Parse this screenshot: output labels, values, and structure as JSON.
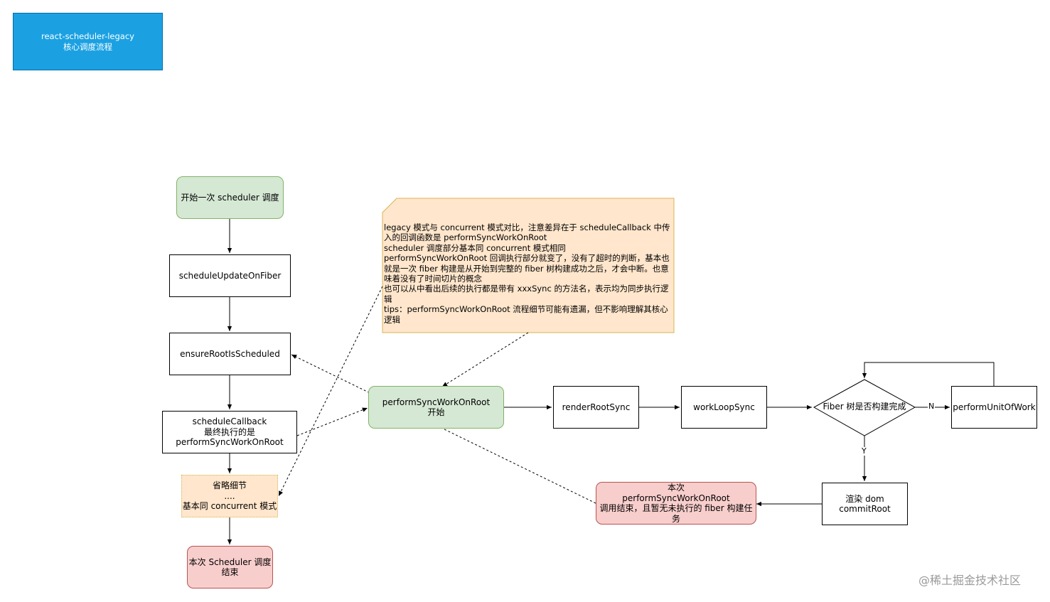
{
  "title": {
    "line1": "react-scheduler-legacy",
    "line2": "核心调度流程"
  },
  "nodes": {
    "start": "开始一次 scheduler 调度",
    "schedule_update": "scheduleUpdateOnFiber",
    "ensure_root": "ensureRootIsScheduled",
    "schedule_callback": {
      "line1": "scheduleCallback",
      "line2": "最终执行的是",
      "line3": "performSyncWorkOnRoot"
    },
    "omit": {
      "line1": "省略细节",
      "line2": "....",
      "line3": "基本同 concurrent 模式"
    },
    "end": {
      "line1": "本次 Scheduler 调度",
      "line2": "结束"
    },
    "perform_sync": {
      "line1": "performSyncWorkOnRoot",
      "line2": "开始"
    },
    "render_root": "renderRootSync",
    "work_loop": "workLoopSync",
    "decision": "Fiber 树是否构建完成",
    "perform_unit": "performUnitOfWork",
    "commit": {
      "line1": "渲染 dom",
      "line2": "commitRoot"
    },
    "sync_end": {
      "line1": "本次",
      "line2": "performSyncWorkOnRoot",
      "line3": "调用结束，且暂无未执行的 fiber 构建任务"
    }
  },
  "note": [
    "legacy 模式与 concurrent 模式对比，注意差异在于 scheduleCallback 中传入的回调函数是 performSyncWorkOnRoot",
    "scheduler 调度部分基本同 concurrent 模式相同",
    "performSyncWorkOnRoot 回调执行部分就变了，没有了超时的判断，基本也就是一次 fiber 构建是从开始到完整的 fiber 树构建成功之后，才会中断。也意味着没有了时间切片的概念",
    "也可以从中看出后续的执行都是带有 xxxSync 的方法名，表示均为同步执行逻辑",
    "tips：performSyncWorkOnRoot 流程细节可能有遗漏，但不影响理解其核心逻辑"
  ],
  "edge_labels": {
    "no": "N",
    "yes": "Y"
  },
  "watermark": "@稀土掘金技术社区",
  "colors": {
    "title_fill": "#1ba1e2",
    "green_fill": "#d5e8d4",
    "green_stroke": "#82b366",
    "red_fill": "#f8cecc",
    "red_stroke": "#b85450",
    "note_fill": "#ffe6cc",
    "note_stroke": "#d6b656"
  }
}
